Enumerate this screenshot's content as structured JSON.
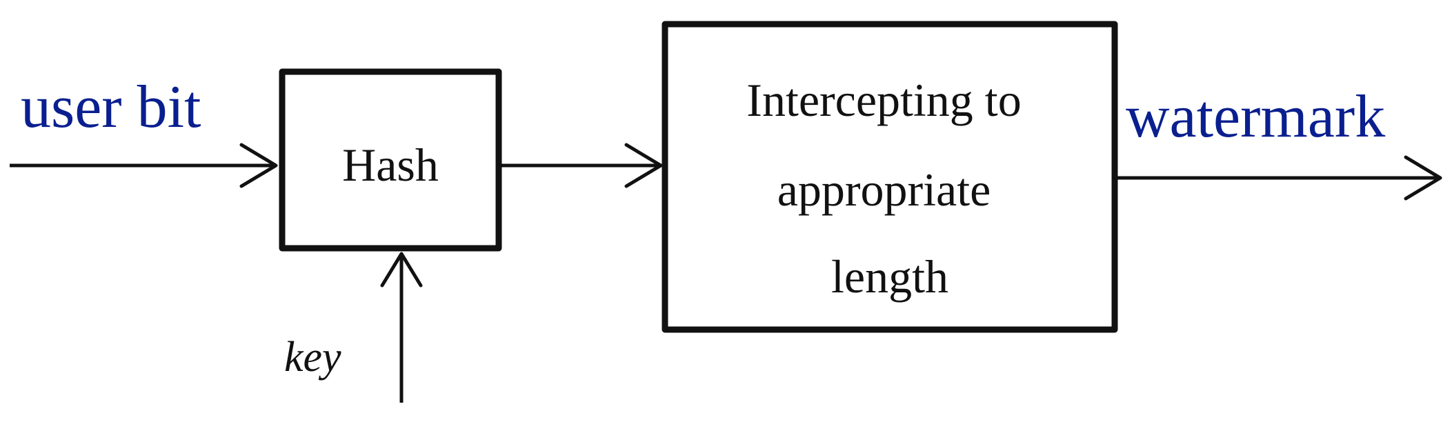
{
  "diagram": {
    "input_label": "user bit",
    "key_label": "key",
    "output_label": "watermark",
    "hash_block": {
      "label": "Hash"
    },
    "intercept_block": {
      "lines": [
        "Intercepting to",
        "appropriate",
        "length"
      ]
    }
  },
  "colors": {
    "label_accent": "#0a1f8f",
    "stroke": "#111111",
    "background": "#ffffff"
  }
}
